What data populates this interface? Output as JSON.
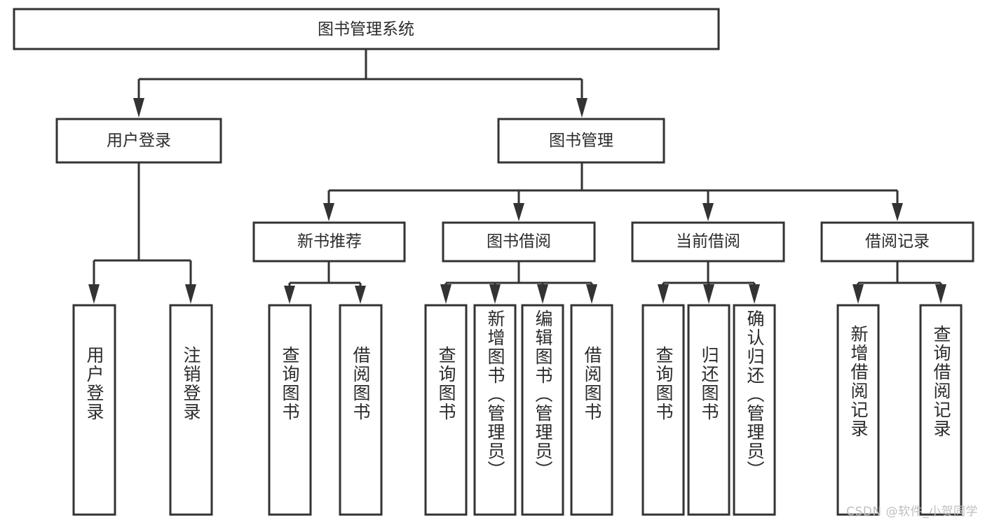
{
  "diagram": {
    "type": "tree-hierarchy",
    "title": "图书管理系统",
    "watermark": "CSDN @软件_小贺同学",
    "colors": {
      "box_stroke": "#333333",
      "box_fill": "#ffffff",
      "text": "#2b2b2b",
      "watermark": "#bfbfbf",
      "background": "#ffffff"
    },
    "root": {
      "label": "图书管理系统"
    },
    "level2": [
      {
        "id": "user-login",
        "label": "用户登录"
      },
      {
        "id": "book-management",
        "label": "图书管理"
      }
    ],
    "level3": [
      {
        "id": "new-book-recommend",
        "label": "新书推荐",
        "parent": "book-management"
      },
      {
        "id": "book-borrow",
        "label": "图书借阅",
        "parent": "book-management"
      },
      {
        "id": "current-borrow",
        "label": "当前借阅",
        "parent": "book-management"
      },
      {
        "id": "borrow-record",
        "label": "借阅记录",
        "parent": "book-management"
      }
    ],
    "leaves": {
      "user-login": [
        {
          "id": "leaf-user-login",
          "label": "用户登录"
        },
        {
          "id": "leaf-user-logout",
          "label": "注销登录"
        }
      ],
      "new-book-recommend": [
        {
          "id": "leaf-query-book-1",
          "label": "查询图书"
        },
        {
          "id": "leaf-borrow-book-1",
          "label": "借阅图书"
        }
      ],
      "book-borrow": [
        {
          "id": "leaf-query-book-2",
          "label": "查询图书"
        },
        {
          "id": "leaf-add-book",
          "label": "新增图书（管理员）"
        },
        {
          "id": "leaf-edit-book",
          "label": "编辑图书（管理员）"
        },
        {
          "id": "leaf-borrow-book-2",
          "label": "借阅图书"
        }
      ],
      "current-borrow": [
        {
          "id": "leaf-query-book-3",
          "label": "查询图书"
        },
        {
          "id": "leaf-return-book",
          "label": "归还图书"
        },
        {
          "id": "leaf-confirm-return",
          "label": "确认归还（管理员）"
        }
      ],
      "borrow-record": [
        {
          "id": "leaf-add-record",
          "label": "新增借阅记录"
        },
        {
          "id": "leaf-query-record",
          "label": "查询借阅记录"
        }
      ]
    }
  }
}
